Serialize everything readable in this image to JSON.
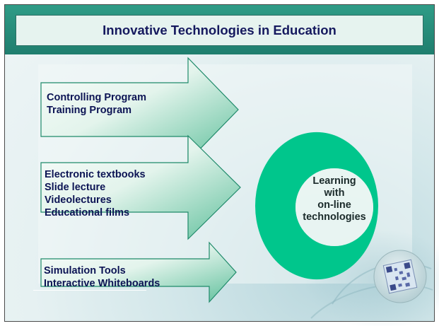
{
  "title": "Innovative Technologies in Education",
  "arrows": [
    {
      "lines": [
        "Controlling Program",
        "Training Program"
      ]
    },
    {
      "lines": [
        "Electronic textbooks",
        "Slide lecture",
        "Videolectures",
        "Educational films"
      ]
    },
    {
      "lines": [
        "Simulation Tools",
        "Interactive Whiteboards"
      ]
    }
  ],
  "ring": {
    "lines": [
      "Learning",
      "with",
      "on-line",
      "technologies"
    ]
  },
  "colors": {
    "title_bar": "#2f9c87",
    "title_text": "#15195e",
    "arrow_fill_light": "#f6fbf8",
    "arrow_fill_dark": "#6cc7a6",
    "ring": "#00c68c",
    "text": "#0c1454"
  }
}
